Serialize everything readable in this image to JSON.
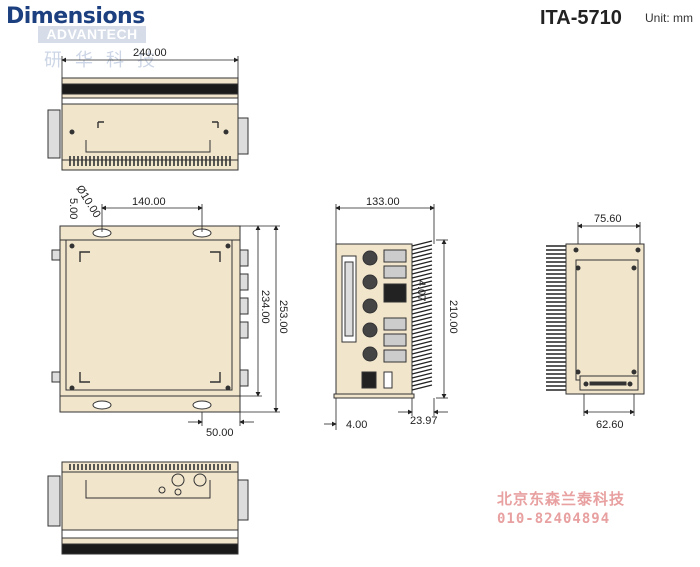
{
  "header": {
    "title": "Dimensions",
    "brand_logo": "ADVANTECH",
    "watermark_cn": "研华科技",
    "model": "ITA-5710",
    "unit": "Unit: mm"
  },
  "dimensions": {
    "top_view_width": "240.00",
    "diameter": "Ø10.00",
    "hole_offset": "5.00",
    "hole_spacing": "140.00",
    "body_depth": "234.00",
    "overall_depth": "253.00",
    "bracket_offset": "50.00",
    "side_width": "133.00",
    "port_offset": "4.07",
    "height": "210.00",
    "foot": "4.00",
    "fin_depth": "23.97",
    "rear_top_width": "75.60",
    "rear_bottom_width": "62.60"
  },
  "watermark_reseller": {
    "name": "北京东森兰泰科技",
    "phone": "010-82404894"
  },
  "colors": {
    "body": "#f1e5cc",
    "outline": "#333333",
    "heatsink": "#1a1a1a",
    "title": "#1b3f7f"
  }
}
